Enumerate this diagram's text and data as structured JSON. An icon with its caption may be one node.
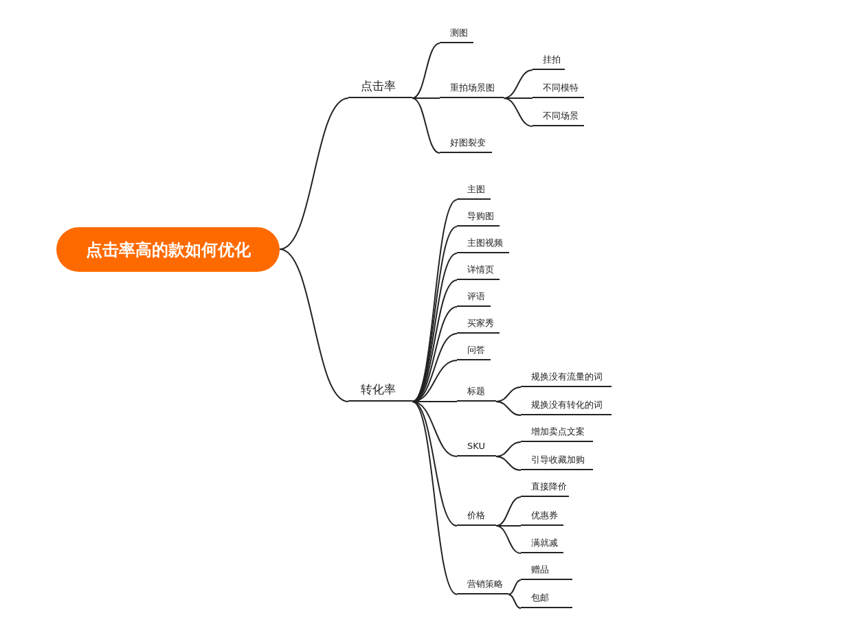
{
  "diagram": {
    "nodes": [
      {
        "text": [
          "点击率高的款如何优化"
        ]
      },
      {
        "text": [
          "点击率"
        ]
      },
      {
        "text": [
          "测图"
        ]
      },
      {
        "text": [
          "重拍场景图"
        ]
      },
      {
        "text": [
          "挂拍"
        ]
      },
      {
        "text": [
          "不同模特"
        ]
      },
      {
        "text": [
          "不同场景"
        ]
      },
      {
        "text": [
          "好图裂变"
        ]
      },
      {
        "text": [
          "转化率"
        ]
      },
      {
        "text": [
          "主图"
        ]
      },
      {
        "text": [
          "导购图"
        ]
      },
      {
        "text": [
          "主图视频"
        ]
      },
      {
        "text": [
          "详情页"
        ]
      },
      {
        "text": [
          "评语"
        ]
      },
      {
        "text": [
          "买家秀"
        ]
      },
      {
        "text": [
          "问答"
        ]
      },
      {
        "text": [
          "标题"
        ]
      },
      {
        "text": [
          "规换没有流量的词"
        ]
      },
      {
        "text": [
          "规换没有转化的词"
        ]
      },
      {
        "text": [
          "SKU"
        ]
      },
      {
        "text": [
          "增加卖点文案"
        ]
      },
      {
        "text": [
          "引导收藏加购"
        ]
      },
      {
        "text": [
          "价格"
        ]
      },
      {
        "text": [
          "直接降价"
        ]
      },
      {
        "text": [
          "优惠券"
        ]
      },
      {
        "text": [
          "满就减"
        ]
      },
      {
        "text": [
          "营销策略"
        ]
      },
      {
        "text": [
          "赠品"
        ]
      },
      {
        "text": [
          "包邮"
        ]
      }
    ],
    "edges": [
      {
        "from": 0,
        "to": 1,
        "arrow": "none"
      },
      {
        "from": 1,
        "to": 2,
        "arrow": "none"
      },
      {
        "from": 1,
        "to": 3,
        "arrow": "none"
      },
      {
        "from": 3,
        "to": 4,
        "arrow": "none"
      },
      {
        "from": 3,
        "to": 5,
        "arrow": "none"
      },
      {
        "from": 3,
        "to": 6,
        "arrow": "none"
      },
      {
        "from": 1,
        "to": 7,
        "arrow": "none"
      },
      {
        "from": 0,
        "to": 8,
        "arrow": "none"
      },
      {
        "from": 8,
        "to": 9,
        "arrow": "none"
      },
      {
        "from": 8,
        "to": 10,
        "arrow": "none"
      },
      {
        "from": 8,
        "to": 11,
        "arrow": "none"
      },
      {
        "from": 8,
        "to": 12,
        "arrow": "none"
      },
      {
        "from": 8,
        "to": 13,
        "arrow": "none"
      },
      {
        "from": 8,
        "to": 14,
        "arrow": "none"
      },
      {
        "from": 8,
        "to": 15,
        "arrow": "none"
      },
      {
        "from": 8,
        "to": 16,
        "arrow": "none"
      },
      {
        "from": 16,
        "to": 17,
        "arrow": "none"
      },
      {
        "from": 16,
        "to": 18,
        "arrow": "none"
      },
      {
        "from": 8,
        "to": 19,
        "arrow": "none"
      },
      {
        "from": 19,
        "to": 20,
        "arrow": "none"
      },
      {
        "from": 19,
        "to": 21,
        "arrow": "none"
      },
      {
        "from": 8,
        "to": 22,
        "arrow": "none"
      },
      {
        "from": 22,
        "to": 23,
        "arrow": "none"
      },
      {
        "from": 22,
        "to": 24,
        "arrow": "none"
      },
      {
        "from": 22,
        "to": 25,
        "arrow": "none"
      },
      {
        "from": 8,
        "to": 26,
        "arrow": "none"
      },
      {
        "from": 26,
        "to": 27,
        "arrow": "none"
      },
      {
        "from": 26,
        "to": 28,
        "arrow": "none"
      }
    ]
  }
}
